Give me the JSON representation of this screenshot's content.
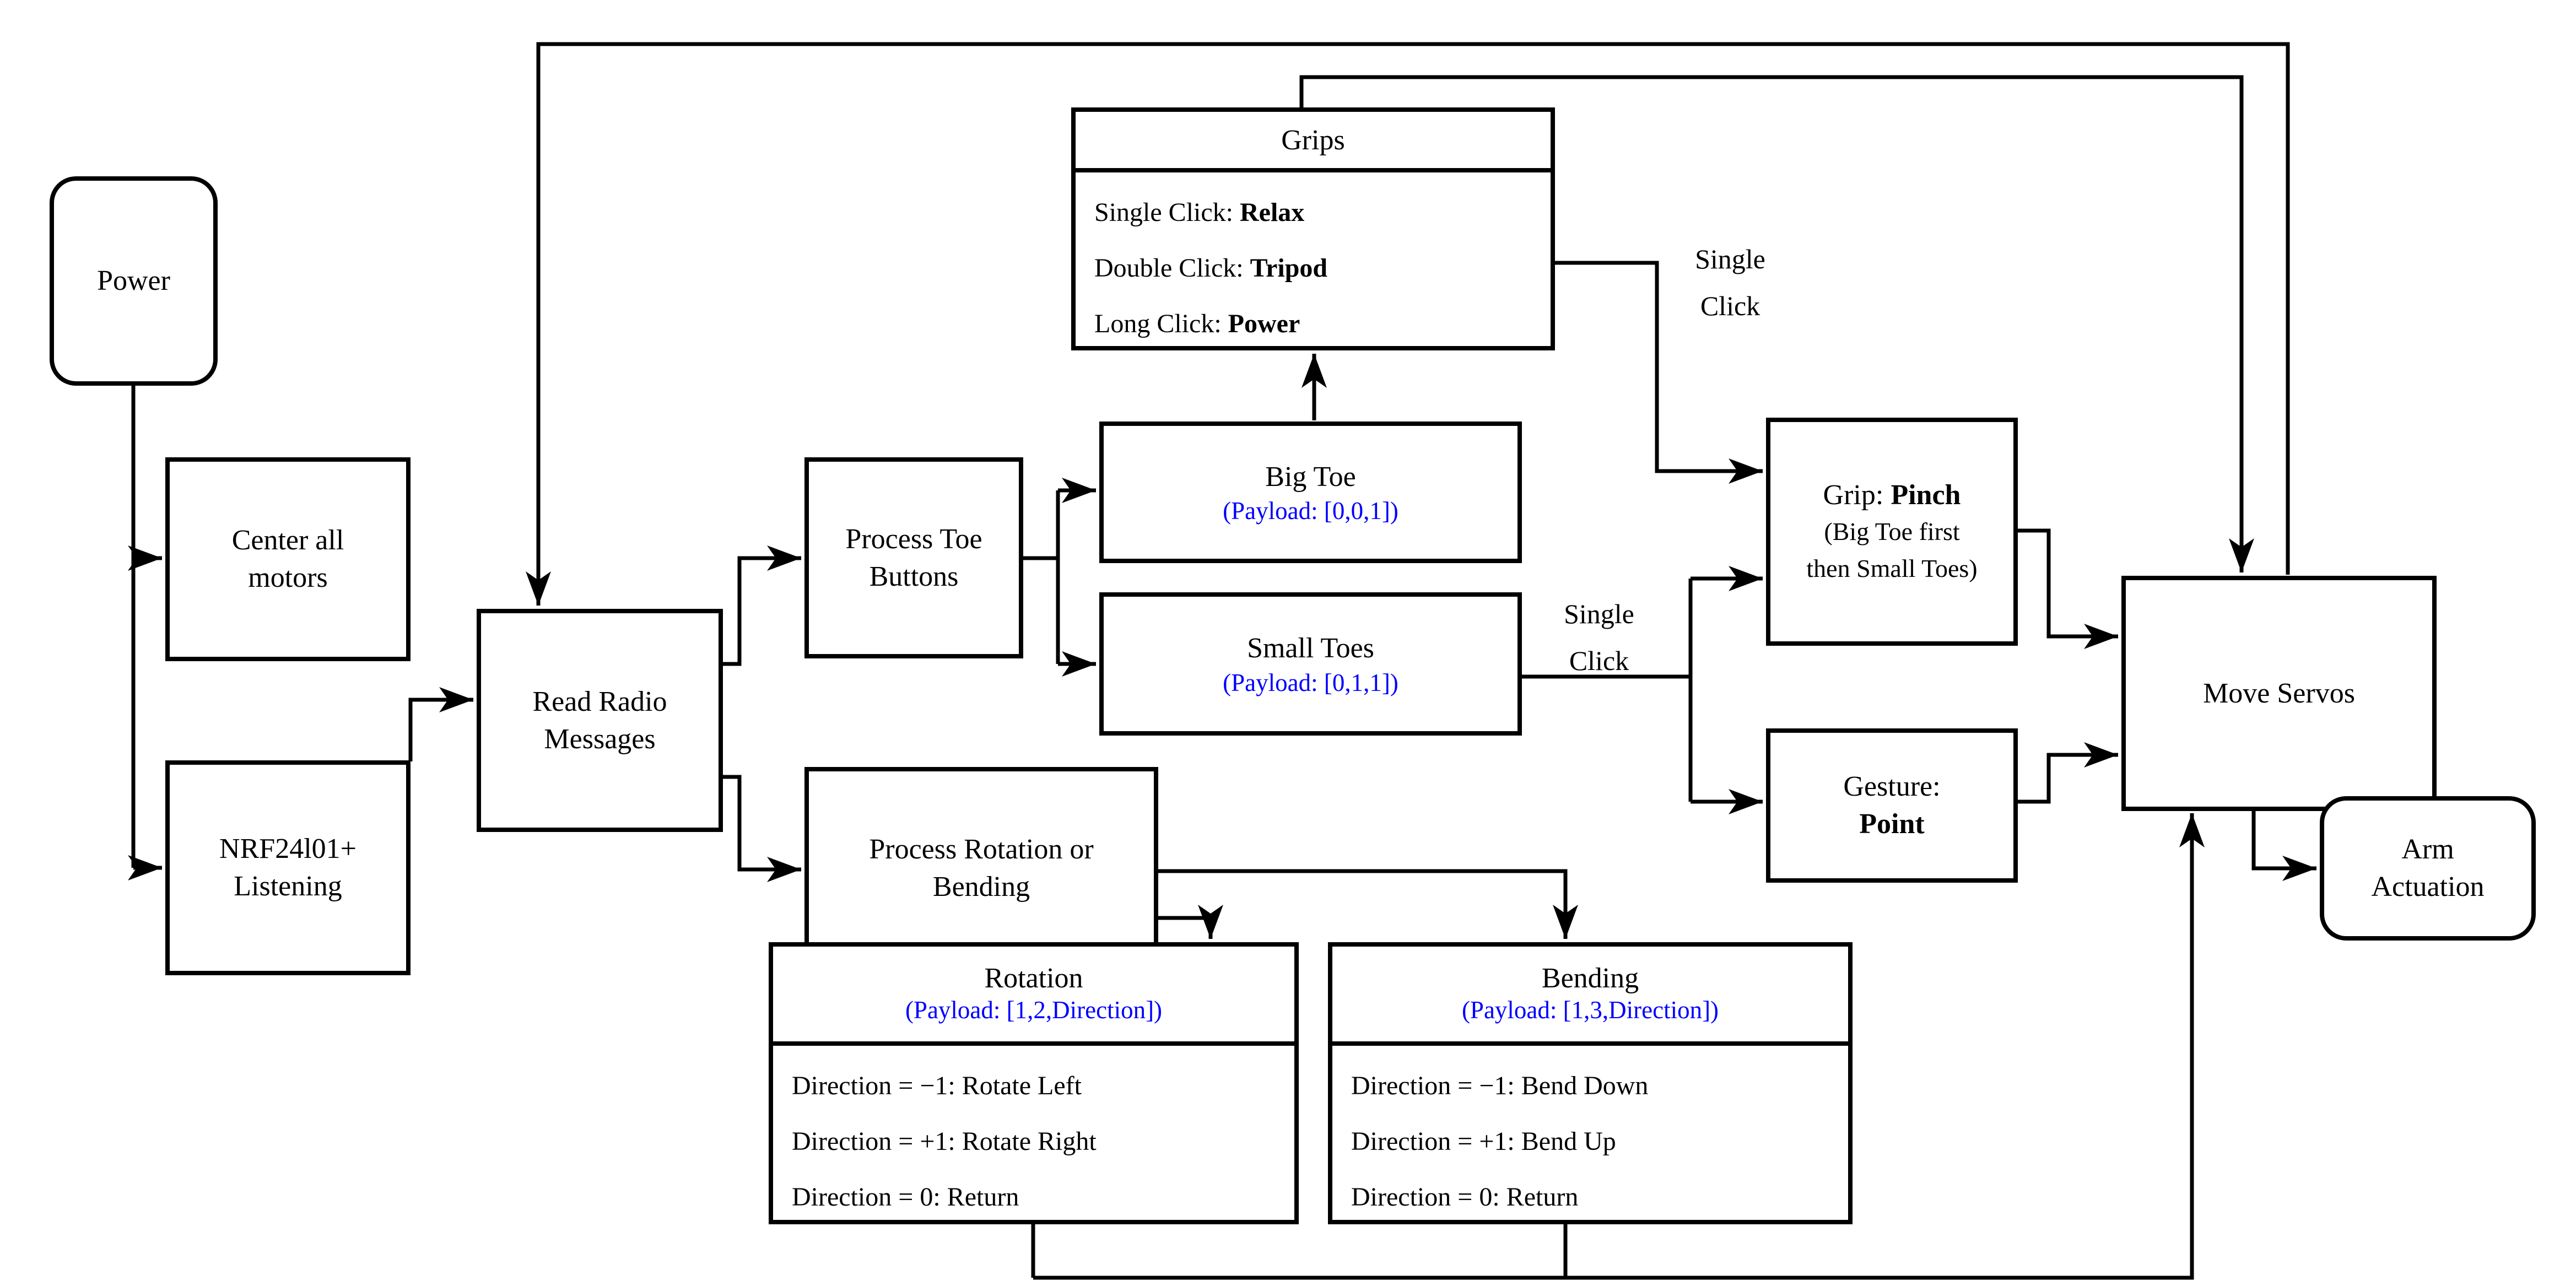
{
  "colors": {
    "line": "#000000",
    "payload_text": "#0000ff",
    "node_fill": "#ffffff",
    "background": "#ffffff"
  },
  "nodes": {
    "power": {
      "label": "Power"
    },
    "center_motors": {
      "lines": [
        "Center all",
        "motors"
      ]
    },
    "nrf_listening": {
      "lines": [
        "NRF24l01+",
        "Listening"
      ]
    },
    "read_radio": {
      "lines": [
        "Read Radio",
        "Messages"
      ]
    },
    "process_toe": {
      "lines": [
        "Process Toe",
        "Buttons"
      ]
    },
    "grips": {
      "title": "Grips",
      "rows": [
        {
          "key": "Single Click: ",
          "value": "Relax"
        },
        {
          "key": "Double Click: ",
          "value": "Tripod"
        },
        {
          "key": "Long Click: ",
          "value": "Power"
        }
      ]
    },
    "big_toe": {
      "label": "Big Toe",
      "payload": "(Payload: [0,0,1])"
    },
    "small_toes": {
      "label": "Small Toes",
      "payload": "(Payload: [0,1,1])"
    },
    "grip_pinch": {
      "key": "Grip: ",
      "value": "Pinch",
      "note_line1": "(Big Toe first",
      "note_line2": "then Small Toes)"
    },
    "gesture_point": {
      "key": "Gesture:",
      "value": "Point"
    },
    "move_servos": {
      "label": "Move Servos"
    },
    "arm_actuation": {
      "lines": [
        "Arm",
        "Actuation"
      ]
    },
    "process_rotation_bending": {
      "lines": [
        "Process Rotation or",
        "Bending"
      ]
    },
    "rotation": {
      "title": "Rotation",
      "payload": "(Payload: [1,2,Direction])",
      "rows": [
        "Direction = −1: Rotate Left",
        "Direction = +1: Rotate Right",
        "Direction = 0: Return"
      ]
    },
    "bending": {
      "title": "Bending",
      "payload": "(Payload: [1,3,Direction])",
      "rows": [
        "Direction = −1: Bend Down",
        "Direction = +1: Bend Up",
        "Direction = 0: Return"
      ]
    }
  },
  "edge_labels": {
    "single_click_top": {
      "lines": [
        "Single",
        "Click"
      ]
    },
    "single_click_mid": {
      "lines": [
        "Single",
        "Click"
      ]
    }
  }
}
